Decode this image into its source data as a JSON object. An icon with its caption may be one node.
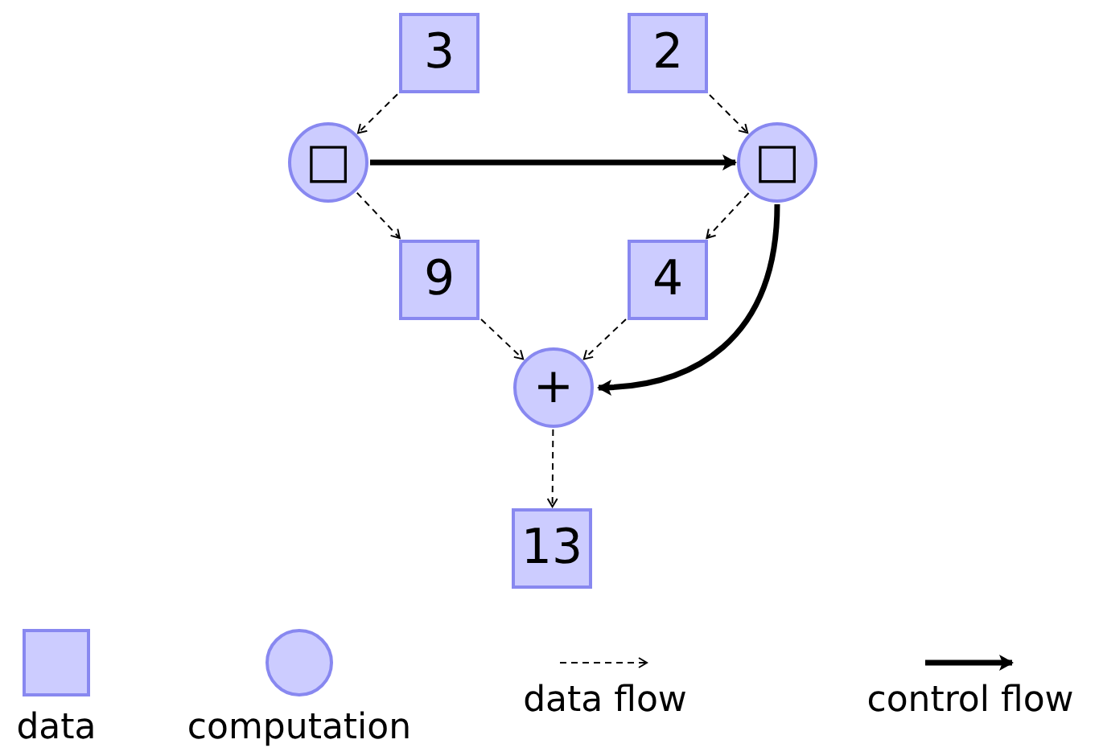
{
  "diagram": {
    "nodes": [
      {
        "text": [
          "3"
        ]
      },
      {
        "text": [
          "2"
        ]
      },
      {
        "text": [
          "□"
        ]
      },
      {
        "text": [
          "□"
        ]
      },
      {
        "text": [
          "9"
        ]
      },
      {
        "text": [
          "4"
        ]
      },
      {
        "text": [
          "+"
        ]
      },
      {
        "text": [
          "13"
        ]
      }
    ],
    "edges": [
      {
        "from": 0,
        "to": 2,
        "arrow": "to",
        "style": "dashed"
      },
      {
        "from": 1,
        "to": 3,
        "arrow": "to",
        "style": "dashed"
      },
      {
        "from": 2,
        "to": 3,
        "arrow": "to",
        "style": "thick"
      },
      {
        "from": 2,
        "to": 4,
        "arrow": "to",
        "style": "dashed"
      },
      {
        "from": 3,
        "to": 5,
        "arrow": "to",
        "style": "dashed"
      },
      {
        "from": 4,
        "to": 6,
        "arrow": "to",
        "style": "dashed"
      },
      {
        "from": 5,
        "to": 6,
        "arrow": "to",
        "style": "dashed"
      },
      {
        "from": 3,
        "to": 6,
        "arrow": "to",
        "style": "thick"
      },
      {
        "from": 6,
        "to": 7,
        "arrow": "to",
        "style": "dashed"
      }
    ],
    "legend": [
      {
        "text": "data"
      },
      {
        "text": "computation"
      },
      {
        "text": "data flow"
      },
      {
        "text": "control flow"
      }
    ]
  }
}
